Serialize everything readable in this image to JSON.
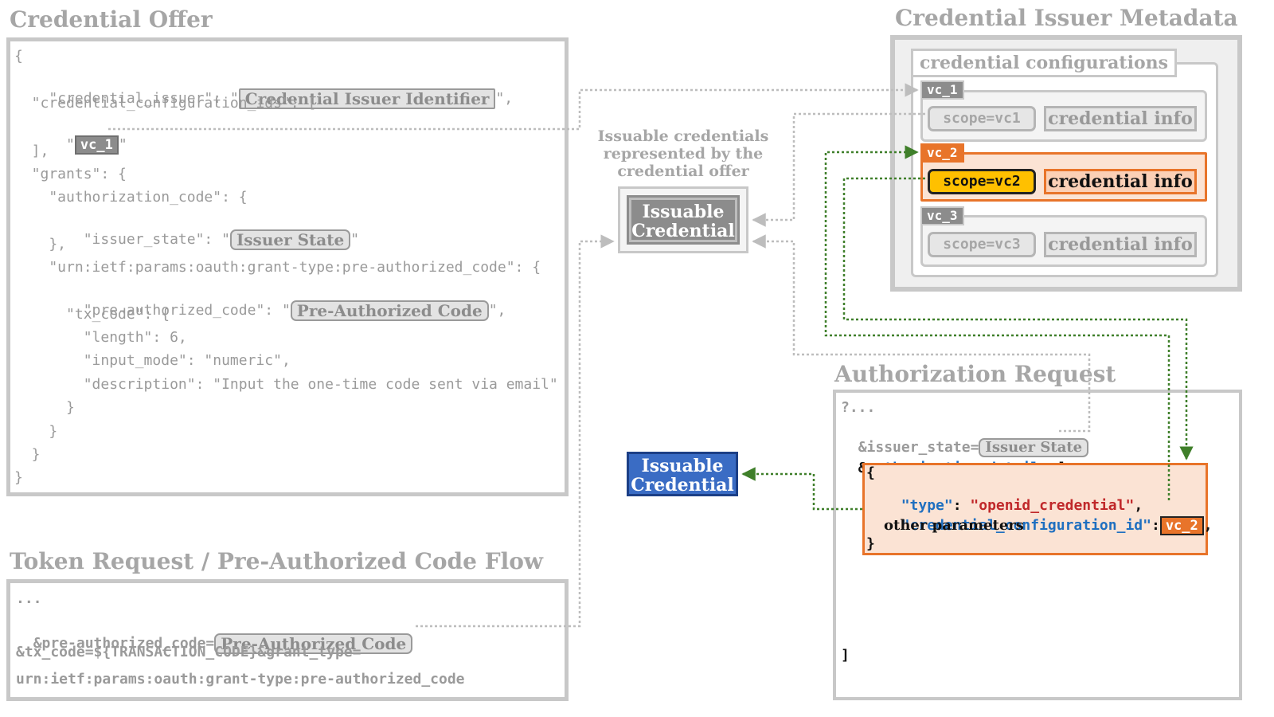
{
  "credential_offer": {
    "title": "Credential Offer",
    "open_brace": "{",
    "issuer_key": "  \"credential_issuer\": \"",
    "issuer_placeholder": "Credential Issuer Identifier",
    "issuer_tail": "\",",
    "config_ids_key": "  \"credential_configuration_ids\": [",
    "vc_open_quote": "    \"",
    "vc_tag": "vc_1",
    "vc_close_quote": "\"",
    "array_close": "  ],",
    "grants_key": "  \"grants\": {",
    "auth_code_key": "    \"authorization_code\": {",
    "issuer_state_key": "      \"issuer_state\": \"",
    "issuer_state_placeholder": "Issuer State",
    "issuer_state_tail": "\"",
    "auth_code_close": "    },",
    "preauth_grant_key": "    \"urn:ietf:params:oauth:grant-type:pre-authorized_code\": {",
    "preauth_code_key": "      \"pre-authorized_code\": \"",
    "preauth_code_placeholder": "Pre-Authorized Code",
    "preauth_code_tail": "\",",
    "tx_code_key": "      \"tx_code\": {",
    "length_line": "        \"length\": 6,",
    "input_mode_line": "        \"input_mode\": \"numeric\",",
    "description_line": "        \"description\": \"Input the one-time code sent via email\"",
    "tx_close": "      }",
    "preauth_close": "    }",
    "grants_close": "  }",
    "close_brace": "}"
  },
  "token_request": {
    "title": "Token Request / Pre-Authorized Code Flow",
    "line1": "...",
    "line2_prefix": "&pre-authorized_code=",
    "line2_placeholder": "Pre-Authorized Code",
    "line3": "&tx_code=${TRANSACTION_CODE}&grant_type=",
    "line4": "urn:ietf:params:oauth:grant-type:pre-authorized_code"
  },
  "middle": {
    "caption": "Issuable credentials represented by the credential offer",
    "issuable_grey": "Issuable Credential",
    "issuable_blue": "Issuable Credential"
  },
  "metadata": {
    "title": "Credential Issuer Metadata",
    "configs_label": "credential configurations",
    "configs": [
      {
        "id": "vc_1",
        "scope": "scope=vc1",
        "info": "credential info",
        "active": false
      },
      {
        "id": "vc_2",
        "scope": "scope=vc2",
        "info": "credential info",
        "active": true
      },
      {
        "id": "vc_3",
        "scope": "scope=vc3",
        "info": "credential info",
        "active": false
      }
    ]
  },
  "authorization_request": {
    "title": "Authorization Request",
    "line1": "?...",
    "issuer_state_prefix": "&issuer_state=",
    "issuer_state_placeholder": "Issuer State",
    "details_amp": "&",
    "details_key": "authorization_details",
    "details_tail": "=[",
    "obj_open": "{",
    "type_key": "\"type\"",
    "colon": ": ",
    "type_value": "\"openid_credential\"",
    "comma": ",",
    "config_id_key": "\"credential_configuration_id\"",
    "config_id_colon": ":",
    "config_id_tag": "vc_2",
    "config_id_tail": ",",
    "other_params": "other parameters",
    "obj_close": "}",
    "array_close": "]"
  },
  "colors": {
    "grey_line": "#bdbdbd",
    "green_line": "#3f7f2a",
    "orange": "#e8742a",
    "blue": "#3a6cc4",
    "yellow": "#ffc000"
  }
}
